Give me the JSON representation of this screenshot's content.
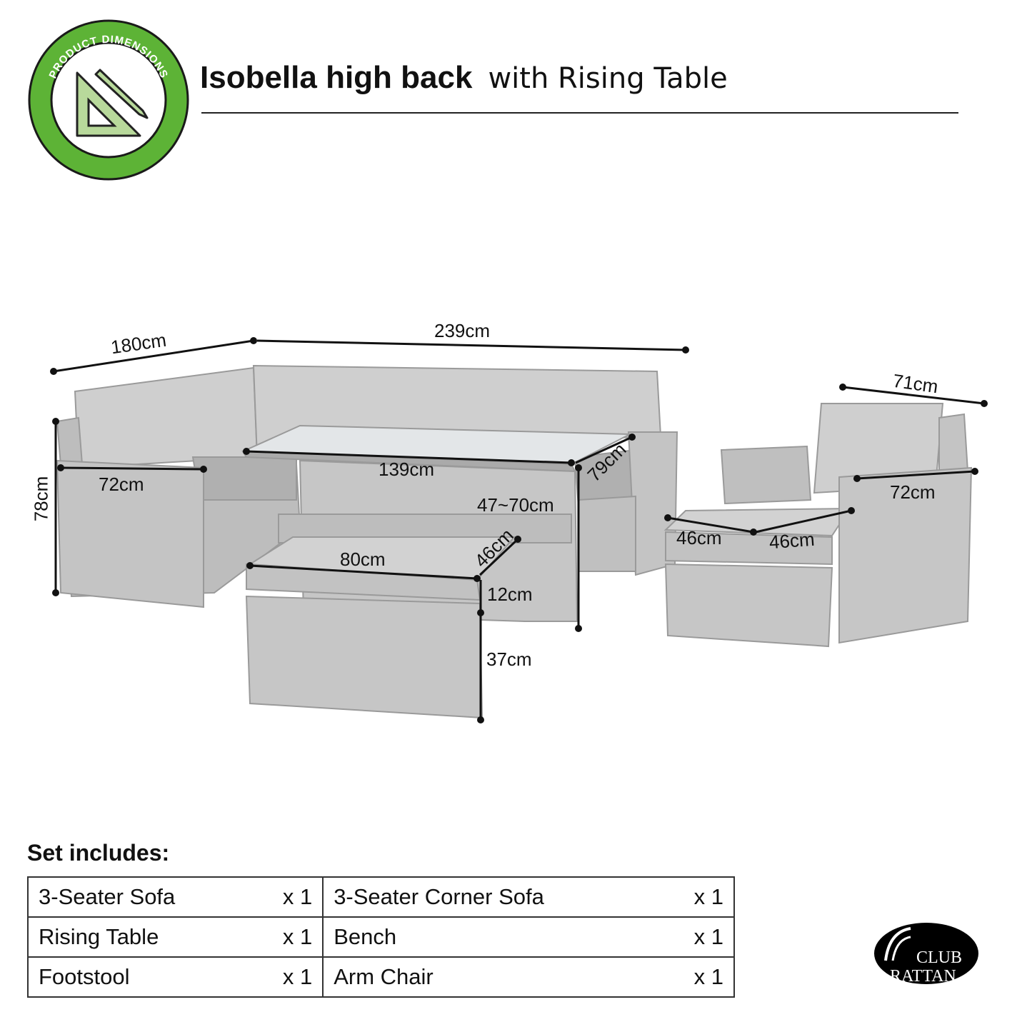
{
  "badge": {
    "text": "PRODUCT DIMENSIONS",
    "color": "#5db336",
    "icon": "set-square-pencil-icon"
  },
  "title": {
    "main": "Isobella high back",
    "sub": "with Rising Table"
  },
  "dimensions": {
    "corner_width": "180cm",
    "sofa_length": "239cm",
    "chair_width": "71cm",
    "table_length": "139cm",
    "table_depth": "79cm",
    "sofa_depth": "72cm",
    "sofa_height": "78cm",
    "table_height": "47~70cm",
    "chair_depth": "72cm",
    "stool_width": "46cm",
    "stool_depth": "46cm",
    "bench_length": "80cm",
    "bench_depth": "46cm",
    "cushion_height": "12cm",
    "bench_height": "37cm"
  },
  "set_includes": {
    "heading": "Set includes:",
    "rows": [
      [
        {
          "item": "3-Seater Sofa",
          "qty": "x 1"
        },
        {
          "item": "3-Seater Corner Sofa",
          "qty": "x 1"
        }
      ],
      [
        {
          "item": "Rising Table",
          "qty": "x 1"
        },
        {
          "item": "Bench",
          "qty": "x 1"
        }
      ],
      [
        {
          "item": "Footstool",
          "qty": "x 1"
        },
        {
          "item": "Arm Chair",
          "qty": "x 1"
        }
      ]
    ]
  },
  "logo": {
    "text": "CLUB RATTAN"
  }
}
